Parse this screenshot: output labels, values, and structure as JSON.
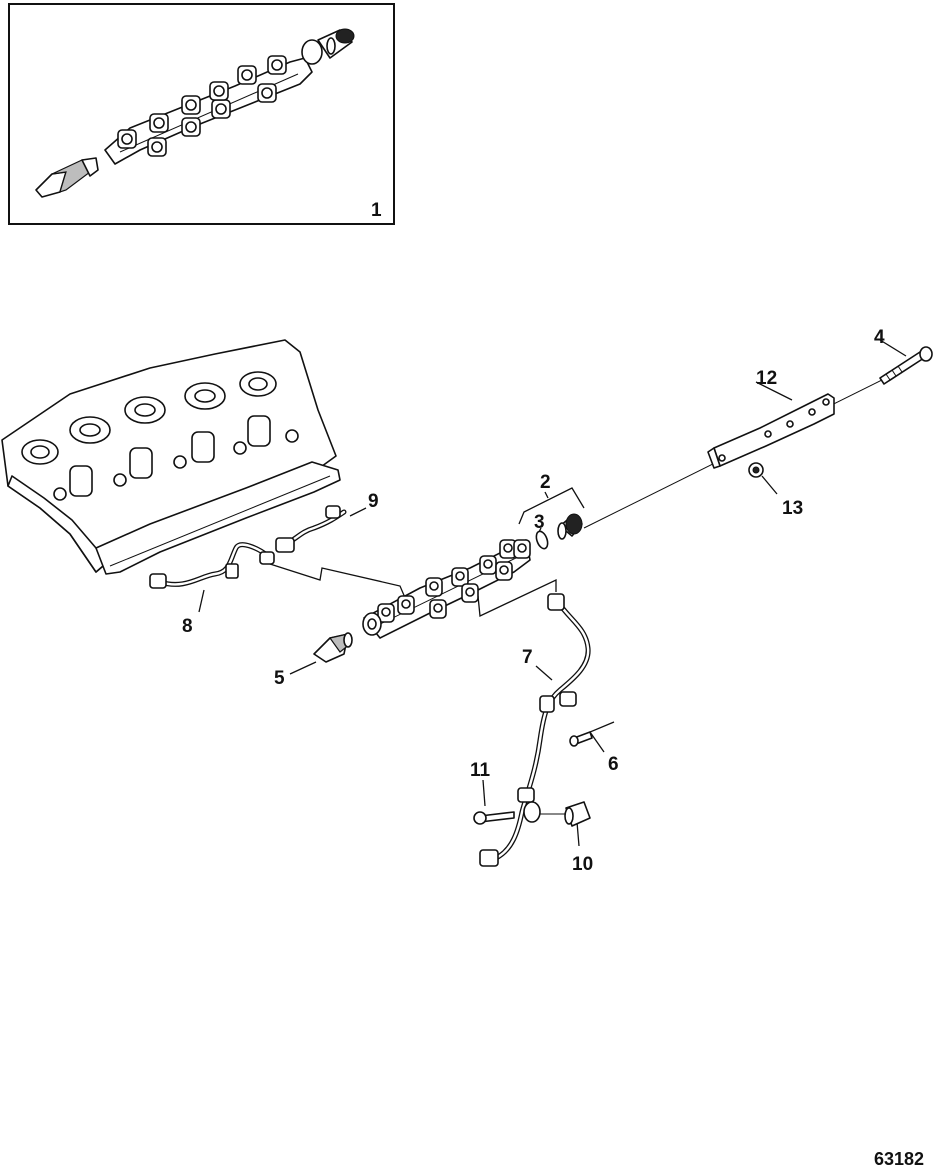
{
  "callouts": {
    "c1": "1",
    "c2": "2",
    "c3": "3",
    "c4": "4",
    "c5": "5",
    "c6": "6",
    "c7": "7",
    "c8": "8",
    "c9": "9",
    "c10": "10",
    "c11": "11",
    "c12": "12",
    "c13": "13"
  },
  "figure_id": "63182"
}
